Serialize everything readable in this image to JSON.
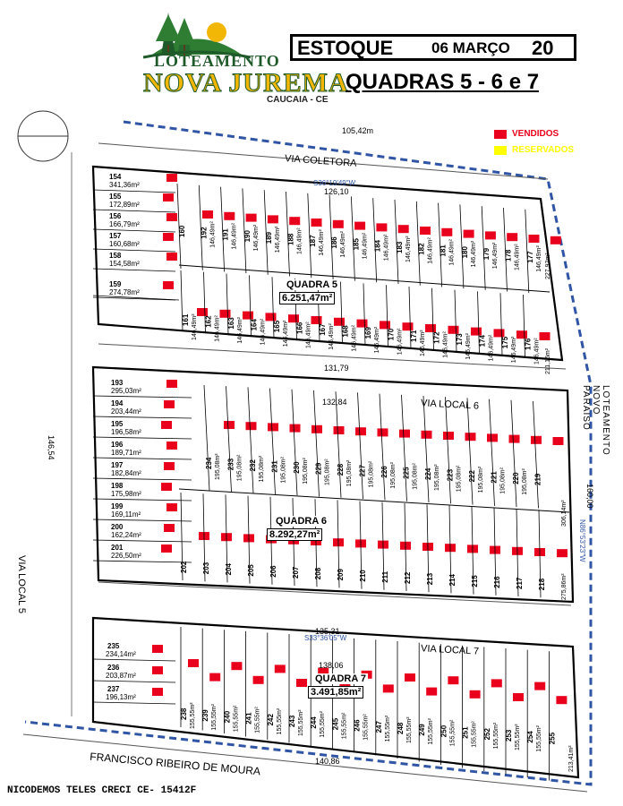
{
  "header": {
    "brand_top": "LOTEAMENTO",
    "brand_name": "NOVA JUREMA",
    "brand_city": "CAUCAIA - CE",
    "stock_label": "ESTOQUE",
    "stock_date": "06 MARÇO",
    "stock_year": "20",
    "blocks_title": "QUADRAS 5 - 6 e 7"
  },
  "legend": {
    "sold_label": "VENDIDOS",
    "sold_color": "#e8001c",
    "reserved_label": "RESERVADOS",
    "reserved_color": "#ffff00"
  },
  "streets": {
    "north": "VIA COLETORA",
    "middle": "VIA LOCAL 6",
    "south": "VIA LOCAL 7",
    "west": "VIA LOCAL 5",
    "bottom": "FRANCISCO RIBEIRO DE MOURA",
    "east": "LOTEAMENTO NOVO PARAISO"
  },
  "blocks": [
    {
      "name": "QUADRA 5",
      "area": "6.251,47m²"
    },
    {
      "name": "QUADRA 6",
      "area": "8.292,27m²"
    },
    {
      "name": "QUADRA 7",
      "area": "3.491,85m²"
    }
  ],
  "block5": {
    "left_lots": [
      {
        "n": "154",
        "a": "341,36m²"
      },
      {
        "n": "155",
        "a": "172,89m²"
      },
      {
        "n": "156",
        "a": "166,79m²"
      },
      {
        "n": "157",
        "a": "160,68m²"
      },
      {
        "n": "158",
        "a": "154,58m²"
      },
      {
        "n": "159",
        "a": "274,78m²"
      }
    ],
    "top_lots": [
      "160",
      "192",
      "191",
      "190",
      "189",
      "188",
      "187",
      "186",
      "185",
      "184",
      "183",
      "182",
      "181",
      "180",
      "179",
      "178",
      "177"
    ],
    "bottom_lots": [
      "161",
      "162",
      "163",
      "164",
      "165",
      "166",
      "167",
      "168",
      "169",
      "170",
      "171",
      "172",
      "173",
      "174",
      "175",
      "176"
    ],
    "lot_area": "146,49m²",
    "corner_a": "227,92m²",
    "corner_b": "211,16m²"
  },
  "block6": {
    "left_lots": [
      {
        "n": "193",
        "a": "295,03m²"
      },
      {
        "n": "194",
        "a": "203,44m²"
      },
      {
        "n": "195",
        "a": "196,58m²"
      },
      {
        "n": "196",
        "a": "189,71m²"
      },
      {
        "n": "197",
        "a": "182,84m²"
      },
      {
        "n": "198",
        "a": "175,98m²"
      },
      {
        "n": "199",
        "a": "169,11m²"
      },
      {
        "n": "200",
        "a": "162,24m²"
      },
      {
        "n": "201",
        "a": "226,50m²"
      }
    ],
    "top_lots": [
      "234",
      "233",
      "232",
      "231",
      "230",
      "229",
      "228",
      "227",
      "226",
      "225",
      "224",
      "223",
      "222",
      "221",
      "220",
      "219"
    ],
    "bottom_lots": [
      "202",
      "203",
      "204",
      "205",
      "206",
      "207",
      "208",
      "209",
      "210",
      "211",
      "212",
      "213",
      "214",
      "215",
      "216",
      "217",
      "218"
    ],
    "top_area": "195,08m²",
    "corner_a": "306,14m²",
    "corner_b": "275,86m²"
  },
  "block7": {
    "left_lots": [
      {
        "n": "235",
        "a": "234,14m²"
      },
      {
        "n": "236",
        "a": "203,87m²"
      },
      {
        "n": "237",
        "a": "196,13m²"
      }
    ],
    "lots": [
      "238",
      "239",
      "240",
      "241",
      "242",
      "243",
      "244",
      "245",
      "246",
      "247",
      "248",
      "249",
      "250",
      "251",
      "252",
      "253",
      "254",
      "255"
    ],
    "lot_area": "155,55m²",
    "corner": "213,41m²"
  },
  "dimensions": {
    "d1": "126,10",
    "d2": "131,79",
    "d3": "132,84",
    "d4": "135,31",
    "d5": "138,06",
    "d6": "140,86",
    "d7": "105,42m",
    "d8": "146,54",
    "d9": "160,00",
    "bearing_n": "S36°19'49\"W",
    "bearing_s": "S33°36'05\"W",
    "bearing_e": "N86°53'23\"W"
  },
  "footer": "NICODEMOS TELES CRECI CE- 15412F"
}
